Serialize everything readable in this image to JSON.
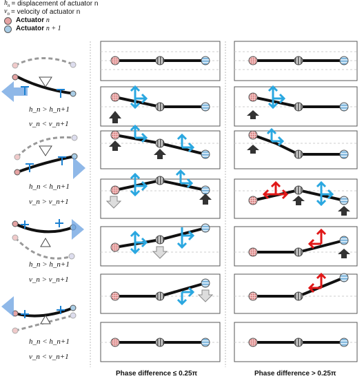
{
  "legend": {
    "h_def": "= displacement of actuator n",
    "v_def": "= velocity of actuator n",
    "act_n_label": "Actuator",
    "act_n_sub": "n",
    "act_n1_label": "Actuator",
    "act_n1_sub": "n + 1"
  },
  "conditions": [
    {
      "line1": "h_n > h_n+1",
      "line2": "v_n < v_n+1"
    },
    {
      "line1": "h_n < h_n+1",
      "line2": "v_n > v_n+1"
    },
    {
      "line1": "h_n > h_n+1",
      "line2": "v_n > v_n+1"
    },
    {
      "line1": "h_n < h_n+1",
      "line2": "v_n < v_n+1"
    }
  ],
  "footer": {
    "left": "Phase difference ≤ 0.25π",
    "right": "Phase difference > 0.25π"
  },
  "colors": {
    "actuator_n": "#e5a3a3",
    "actuator_n1": "#a9cde6",
    "middle": "#9a9a9a",
    "force_blue": "#2aa7e0",
    "force_red": "#e01818",
    "push_dark": "#3a3a3a",
    "push_light": "#cfcfcf",
    "arrow_big": "#6aa0e0"
  }
}
